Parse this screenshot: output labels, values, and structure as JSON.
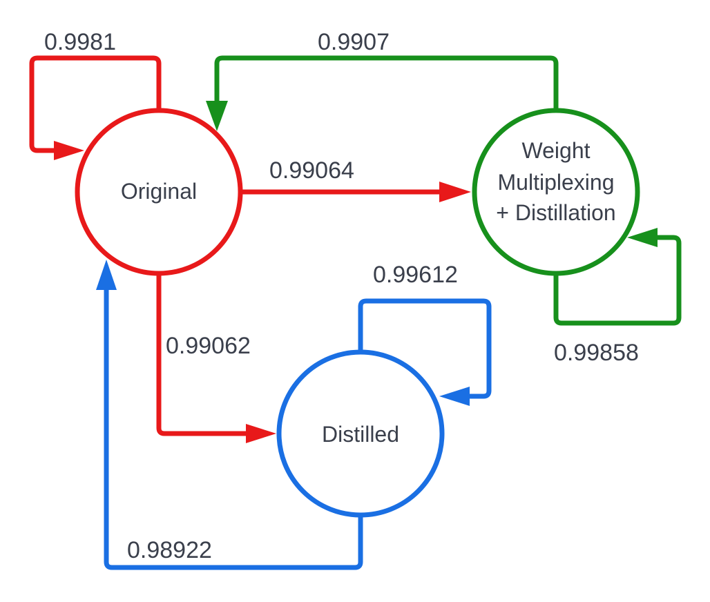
{
  "colors": {
    "original": "#e8191a",
    "weight_multiplexing": "#17901c",
    "distilled": "#1a6fe3",
    "text": "#3a3f4b",
    "background": "#ffffff"
  },
  "nodes": {
    "original": {
      "label": "Original"
    },
    "weight_multiplexing": {
      "lines": [
        "Weight",
        "Multiplexing",
        "+ Distillation"
      ]
    },
    "distilled": {
      "label": "Distilled"
    }
  },
  "edges": {
    "original_self": {
      "label": "0.9981",
      "from": "Original",
      "to": "Original"
    },
    "original_to_wm": {
      "label": "0.99064",
      "from": "Original",
      "to": "Weight Multiplexing + Distillation"
    },
    "original_to_distilled": {
      "label": "0.99062",
      "from": "Original",
      "to": "Distilled"
    },
    "wm_to_original": {
      "label": "0.9907",
      "from": "Weight Multiplexing + Distillation",
      "to": "Original"
    },
    "wm_self": {
      "label": "0.99858",
      "from": "Weight Multiplexing + Distillation",
      "to": "Weight Multiplexing + Distillation"
    },
    "distilled_self": {
      "label": "0.99612",
      "from": "Distilled",
      "to": "Distilled"
    },
    "distilled_to_original": {
      "label": "0.98922",
      "from": "Distilled",
      "to": "Original"
    }
  }
}
